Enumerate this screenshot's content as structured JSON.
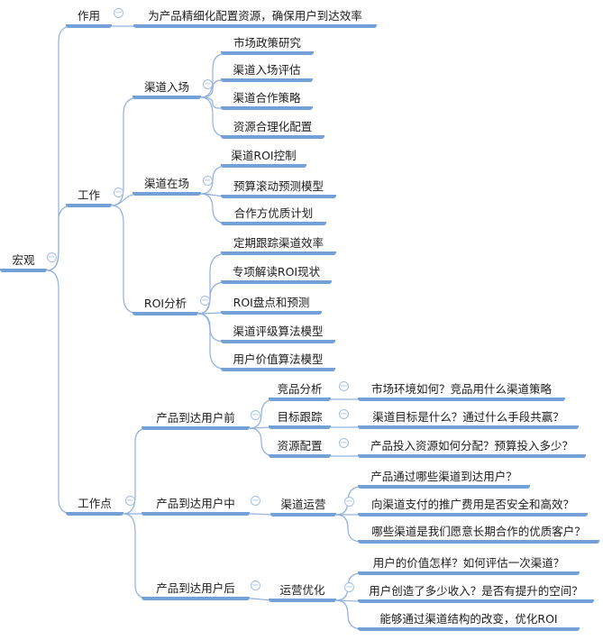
{
  "colors": {
    "branch_line": "#74a0d8",
    "connector_line": "#8fb0de",
    "collapse_icon": "#a6bfe5",
    "text": "#1c1c1c",
    "background": "#ffffff"
  },
  "icons": {
    "collapse_glyph": "−"
  },
  "tree": {
    "label": "宏观",
    "children": [
      {
        "label": "作用",
        "children": [
          {
            "label": "为产品精细化配置资源，确保用户到达效率"
          }
        ]
      },
      {
        "label": "工作",
        "children": [
          {
            "label": "渠道入场",
            "children": [
              {
                "label": "市场政策研究"
              },
              {
                "label": "渠道入场评估"
              },
              {
                "label": "渠道合作策略"
              },
              {
                "label": "资源合理化配置"
              }
            ]
          },
          {
            "label": "渠道在场",
            "children": [
              {
                "label": "渠道ROI控制"
              },
              {
                "label": "预算滚动预测模型"
              },
              {
                "label": "合作方优质计划"
              }
            ]
          },
          {
            "label": "ROI分析",
            "children": [
              {
                "label": "定期跟踪渠道效率"
              },
              {
                "label": "专项解读ROI现状"
              },
              {
                "label": "ROI盘点和预测"
              },
              {
                "label": "渠道评级算法模型"
              },
              {
                "label": "用户价值算法模型"
              }
            ]
          }
        ]
      },
      {
        "label": "工作点",
        "children": [
          {
            "label": "产品到达用户前",
            "children": [
              {
                "label": "竞品分析",
                "children": [
                  {
                    "label": "市场环境如何？竞品用什么渠道策略"
                  }
                ]
              },
              {
                "label": "目标跟踪",
                "children": [
                  {
                    "label": "渠道目标是什么？通过什么手段共赢？"
                  }
                ]
              },
              {
                "label": "资源配置",
                "children": [
                  {
                    "label": "产品投入资源如何分配？预算投入多少？"
                  }
                ]
              }
            ]
          },
          {
            "label": "产品到达用户中",
            "children": [
              {
                "label": "渠道运营",
                "children": [
                  {
                    "label": "产品通过哪些渠道到达用户？"
                  },
                  {
                    "label": "向渠道支付的推广费用是否安全和高效？"
                  },
                  {
                    "label": "哪些渠道是我们愿意长期合作的优质客户？"
                  }
                ]
              }
            ]
          },
          {
            "label": "产品到达用户后",
            "children": [
              {
                "label": "运营优化",
                "children": [
                  {
                    "label": "用户的价值怎样？如何评估一次渠道？"
                  },
                  {
                    "label": "用户创造了多少收入？是否有提升的空间？"
                  },
                  {
                    "label": "能够通过渠道结构的改变，优化ROI"
                  }
                ]
              }
            ]
          }
        ]
      }
    ]
  }
}
